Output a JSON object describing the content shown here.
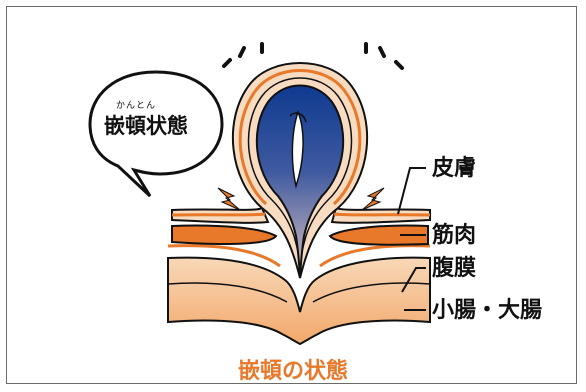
{
  "bubble": {
    "ruby": "かんとん",
    "text": "嵌頓状態"
  },
  "labels": {
    "skin": "皮膚",
    "muscle": "筋肉",
    "peritoneum": "腹膜",
    "intestine": "小腸・大腸"
  },
  "caption": "嵌頓の状態",
  "colors": {
    "outline": "#111111",
    "tissue_orange": "#e8782a",
    "tissue_light": "#f8dcc2",
    "intestine_blue_top": "#123a8a",
    "intestine_blue_bottom": "#c8b8c0",
    "caption": "#e8782a"
  }
}
